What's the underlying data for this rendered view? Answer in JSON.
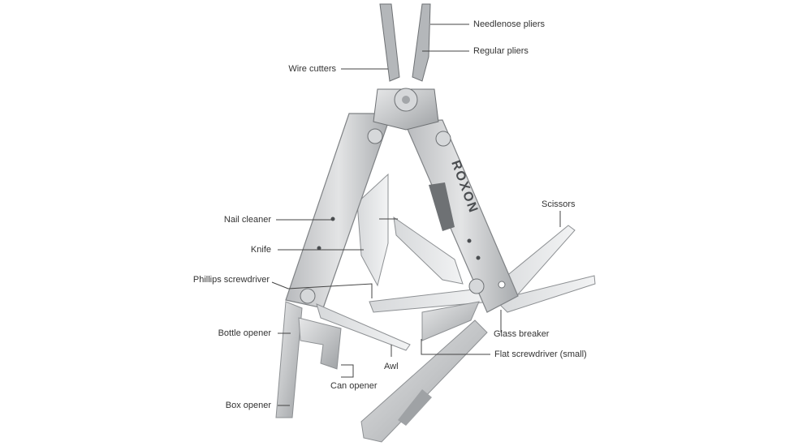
{
  "image": {
    "subject": "multitool",
    "brand": "ROXON",
    "colors": {
      "background": "#ffffff",
      "steel": "#c9cbcd",
      "steel_dark": "#8d9093",
      "label_text": "#333333",
      "leader_line": "#444444"
    }
  },
  "labels": {
    "needlenose_pliers": "Needlenose pliers",
    "regular_pliers": "Regular pliers",
    "wire_cutters": "Wire cutters",
    "scissors": "Scissors",
    "nail_cleaner": "Nail cleaner",
    "knife": "Knife",
    "phillips_screwdriver": "Phillips screwdriver",
    "bottle_opener": "Bottle opener",
    "awl": "Awl",
    "can_opener": "Can opener",
    "box_opener": "Box opener",
    "glass_breaker": "Glass breaker",
    "flat_screwdriver_small": "Flat screwdriver (small)"
  }
}
